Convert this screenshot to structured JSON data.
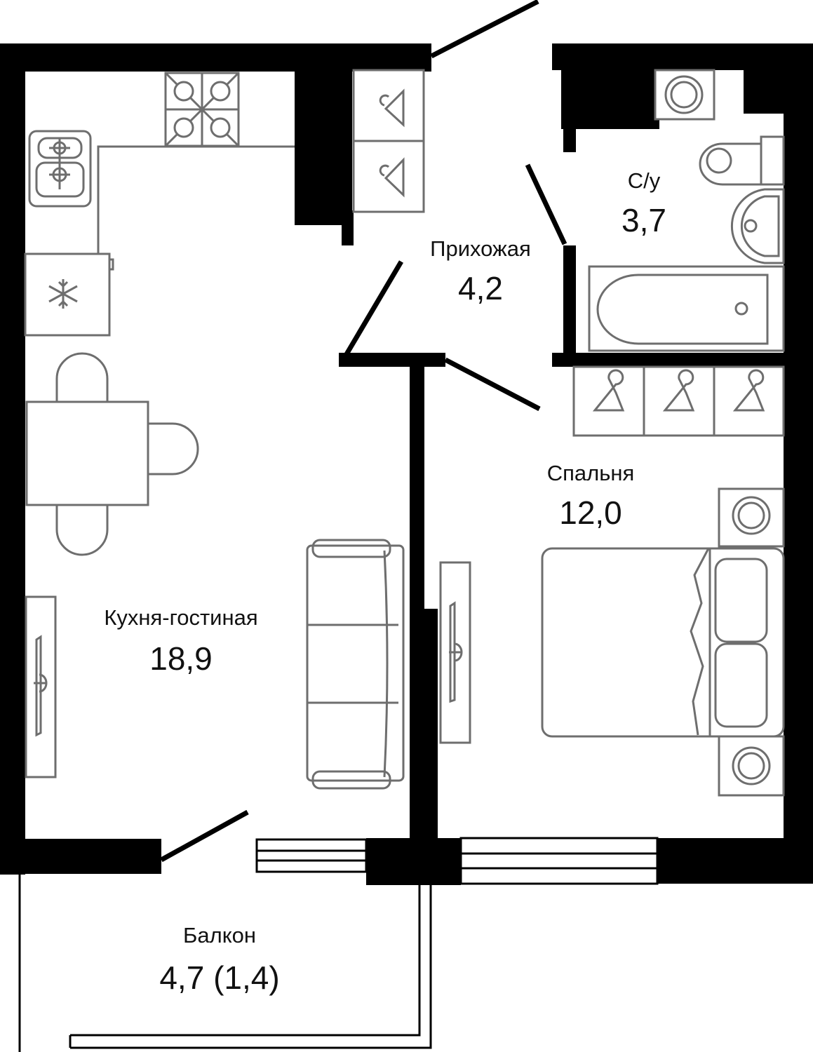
{
  "rooms": {
    "kitchen_living": {
      "name": "Кухня-гостиная",
      "area": "18,9"
    },
    "hallway": {
      "name": "Прихожая",
      "area": "4,2"
    },
    "bathroom": {
      "name": "С/у",
      "area": "3,7"
    },
    "bedroom": {
      "name": "Спальня",
      "area": "12,0"
    },
    "balcony": {
      "name": "Балкон",
      "area": "4,7 (1,4)"
    }
  },
  "colors": {
    "wall": "#000000",
    "furniture": "#6e6e6e",
    "background": "#ffffff",
    "text": "#111111"
  },
  "icons": [
    "stove-icon",
    "sink-icon",
    "fridge-icon",
    "wardrobe-hanger-icon",
    "washing-machine-icon",
    "toilet-icon",
    "washbasin-icon",
    "bathtub-icon",
    "bed-icon",
    "sofa-icon",
    "tv-icon",
    "dining-table-icon"
  ]
}
